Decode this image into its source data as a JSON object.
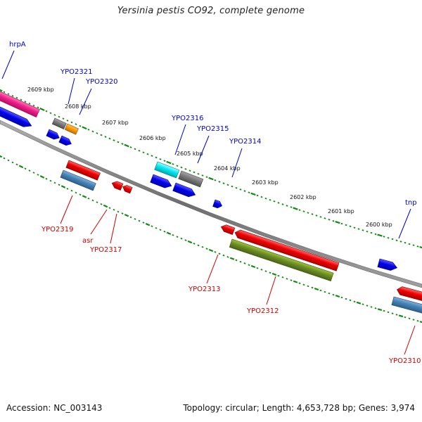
{
  "title": "Yersinia pestis CO92, complete genome",
  "footer": {
    "accession": "Accession: NC_003143",
    "summary": "Topology: circular; Length: 4,653,728 bp; Genes: 3,974"
  },
  "colors": {
    "forward_label": "#0000cc",
    "reverse_label": "#cc0000",
    "backbone": "#808080",
    "tick": "#138a13"
  },
  "scale_ticks": [
    "2609 kbp",
    "2608 kbp",
    "2607 kbp",
    "2606 kbp",
    "2605 kbp",
    "2604 kbp",
    "2603 kbp",
    "2602 kbp",
    "2601 kbp",
    "2600 kbp"
  ],
  "forward_labels": [
    "hrpA",
    "YPO2321",
    "YPO2320",
    "YPO2316",
    "YPO2315",
    "YPO2314",
    "tnp"
  ],
  "reverse_labels": [
    "YPO2319",
    "asr",
    "YPO2317",
    "YPO2313",
    "YPO2312",
    "YPO2310"
  ],
  "feature_colors": [
    "magenta",
    "blue",
    "gray",
    "orange",
    "cyan",
    "red",
    "steelblue",
    "olive"
  ]
}
